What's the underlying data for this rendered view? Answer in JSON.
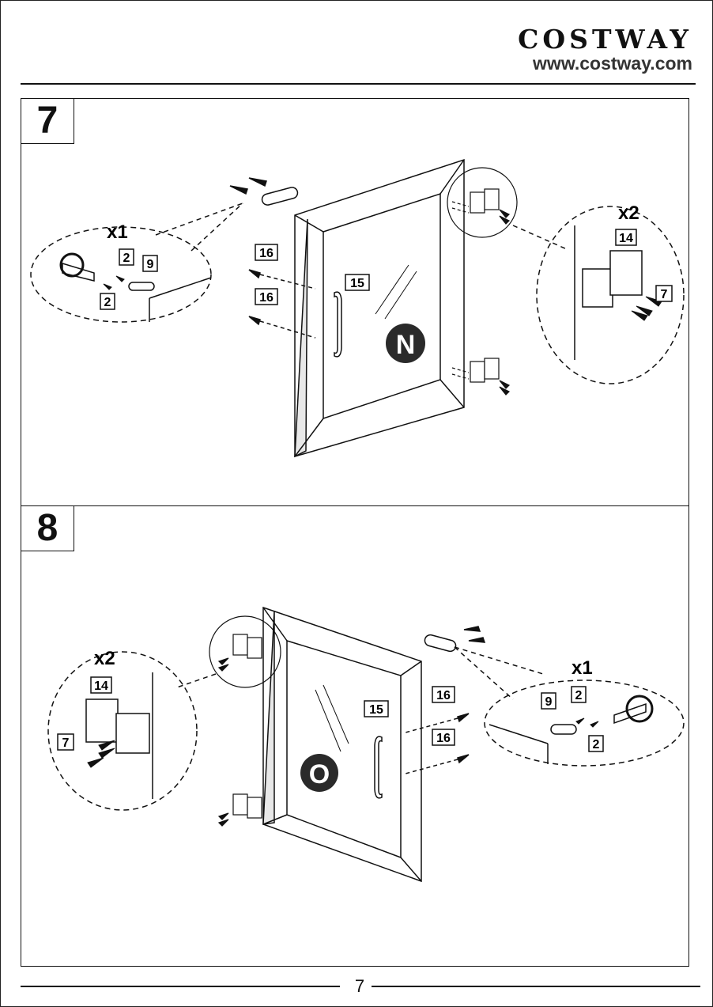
{
  "header": {
    "brand_name": "COSTWAY",
    "brand_url": "www.costway.com"
  },
  "steps": [
    {
      "number": "7",
      "door_label": "N",
      "hinge_callout": {
        "count": "x2",
        "hinge_part": "14",
        "screw_part": "7"
      },
      "handle_callout": {
        "count": "x1",
        "part_a": "2",
        "part_b": "9",
        "part_c": "2"
      },
      "handle_part": "15",
      "screw_parts": [
        "16",
        "16"
      ]
    },
    {
      "number": "8",
      "door_label": "O",
      "hinge_callout": {
        "count": "x2",
        "hinge_part": "14",
        "screw_part": "7"
      },
      "handle_callout": {
        "count": "x1",
        "part_a": "9",
        "part_b": "2",
        "part_c": "2"
      },
      "handle_part": "15",
      "screw_parts": [
        "16",
        "16"
      ]
    }
  ],
  "footer": {
    "page_number": "7"
  }
}
